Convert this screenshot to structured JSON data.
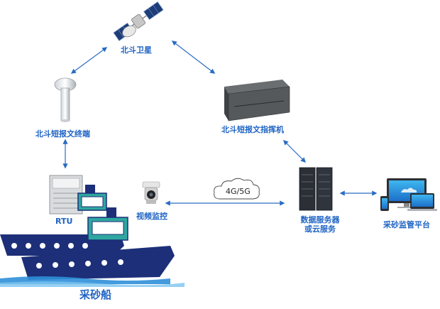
{
  "nodes": {
    "satellite": "北斗卫星",
    "terminal": "北斗短报文终端",
    "command_machine": "北斗短报文指挥机",
    "rtu": "RTU",
    "video": "视频监控",
    "server_line1": "数据服务器",
    "server_line2": "或云服务",
    "platform": "采砂监管平台",
    "ship": "采砂船"
  },
  "network_badge": "4G/5G",
  "colors": {
    "label": "#1e63c4",
    "arrow": "#2a6bc4",
    "hull_dark": "#1c2f78",
    "cabin_teal": "#2fa7a0",
    "water": "#2f8fd8"
  }
}
